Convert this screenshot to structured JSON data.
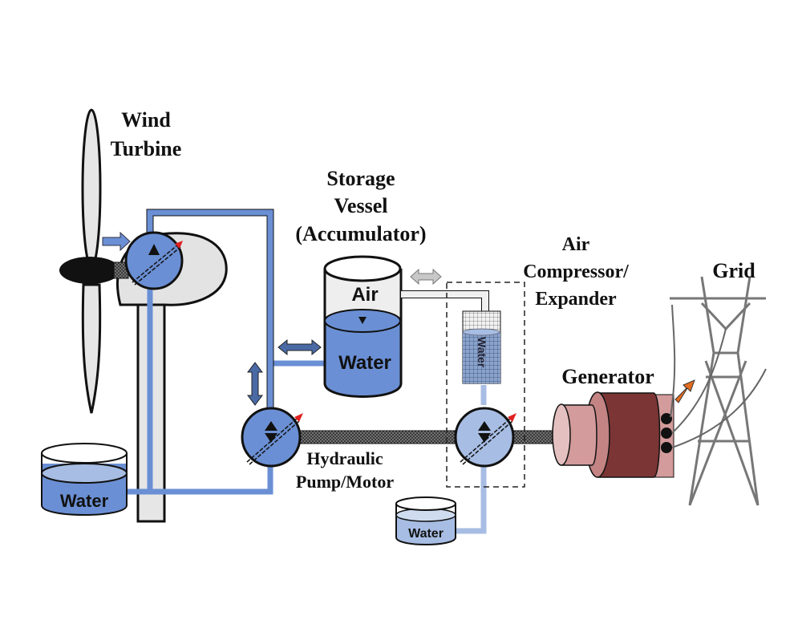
{
  "labels": {
    "wind_turbine": [
      "Wind",
      "Turbine"
    ],
    "storage_vessel": [
      "Storage",
      "Vessel",
      "(Accumulator)"
    ],
    "air_compressor": [
      "Air",
      "Compressor/",
      "Expander"
    ],
    "grid": "Grid",
    "generator": "Generator",
    "hydraulic_pump": [
      "Hydraulic",
      "Pump/Motor"
    ]
  },
  "inner_labels": {
    "reservoir_left": "Water",
    "accumulator_air": "Air",
    "accumulator_water": "Water",
    "compressor_column": "Water",
    "reservoir_right": "Water"
  },
  "colors": {
    "hydraulic_blue": "#6a8fd4",
    "light_blue": "#a7bde3",
    "arrow_dark_blue": "#4a6aa5",
    "generator_dark": "#7b3535",
    "generator_light": "#d39b9b",
    "output_arrow": "#e26b1e",
    "pressure_arrow": "#e02020"
  }
}
